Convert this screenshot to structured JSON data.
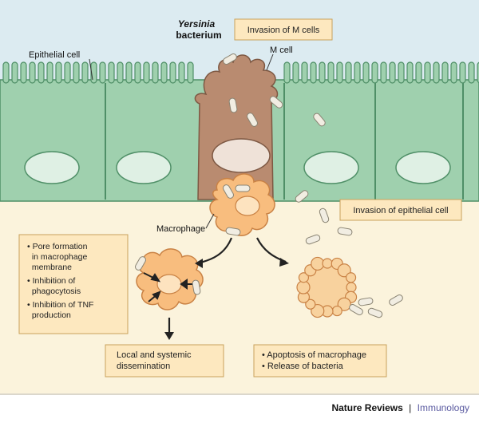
{
  "labels": {
    "epithelial_cell": "Epithelial cell",
    "yersinia_italic": "Yersinia",
    "bacterium": "bacterium",
    "m_cell": "M cell",
    "macrophage": "Macrophage"
  },
  "boxes": {
    "invasion_m_cells": "Invasion of M cells",
    "invasion_epithelial": "Invasion of epithelial cell",
    "effects": {
      "lines": [
        "• Pore formation",
        "  in macrophage",
        "  membrane",
        "• Inhibition of",
        "  phagocytosis",
        "• Inhibition of TNF",
        "  production"
      ]
    },
    "dissemination": {
      "lines": [
        "Local and systemic",
        "dissemination"
      ]
    },
    "apoptosis": {
      "lines": [
        "• Apoptosis of macrophage",
        "• Release of bacteria"
      ]
    }
  },
  "footer": {
    "journal": "Nature Reviews",
    "separator": "|",
    "section": "Immunology"
  },
  "colors": {
    "epithelium": "#9fd0ae",
    "epithelium_stroke": "#4f8f67",
    "nucleus": "#dff0e4",
    "mcell": "#b98b70",
    "mcell_stroke": "#7d5843",
    "macrophage": "#f8bd7e",
    "macrophage_stroke": "#c98245",
    "lumen": "#dcebf1",
    "tissue": "#fbf3dc",
    "box_fill": "#fde8bf",
    "box_stroke": "#c9a25c",
    "section_blue": "#5a5aa0"
  }
}
